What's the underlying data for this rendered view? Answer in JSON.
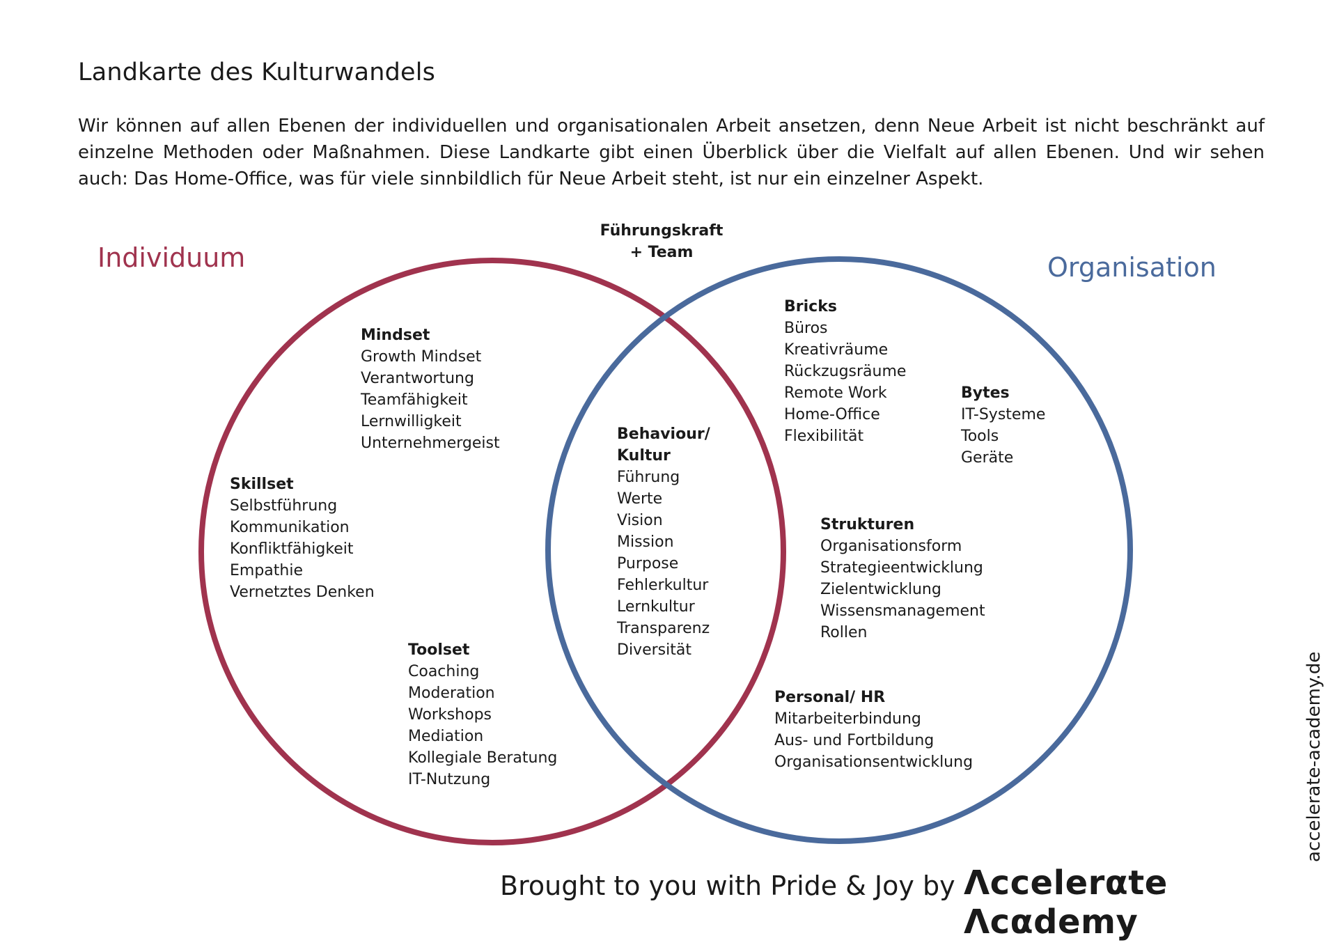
{
  "title": "Landkarte des Kulturwandels",
  "intro": "Wir können auf allen Ebenen der individuellen und organisationalen Arbeit ansetzen, denn Neue Arbeit ist nicht beschränkt auf einzelne Methoden oder Maßnahmen. Diese Landkarte gibt einen Überblick über die Vielfalt auf allen Ebenen. Und wir sehen auch: Das Home-Office, was für viele sinnbildlich für Neue Arbeit steht, ist nur ein einzelner Aspekt.",
  "colors": {
    "individuum": "#a0334e",
    "organisation": "#4a6a9c",
    "text": "#1a1a1a"
  },
  "diagram": {
    "left_heading": "Individuum",
    "right_heading": "Organisation",
    "center_heading_line1": "Führungskraft",
    "center_heading_line2": "+ Team",
    "groups": {
      "mindset": {
        "title": "Mindset",
        "items": [
          "Growth Mindset",
          "Verantwortung",
          "Teamfähigkeit",
          "Lernwilligkeit",
          "Unternehmergeist"
        ]
      },
      "skillset": {
        "title": "Skillset",
        "items": [
          "Selbstführung",
          "Kommunikation",
          "Konfliktfähigkeit",
          "Empathie",
          "Vernetztes Denken"
        ]
      },
      "toolset": {
        "title": "Toolset",
        "items": [
          "Coaching",
          "Moderation",
          "Workshops",
          "Mediation",
          "Kollegiale Beratung",
          "IT-Nutzung"
        ]
      },
      "behaviour": {
        "title_line1": "Behaviour/",
        "title_line2": "Kultur",
        "items": [
          "Führung",
          "Werte",
          "Vision",
          "Mission",
          "Purpose",
          "Fehlerkultur",
          "Lernkultur",
          "Transparenz",
          "Diversität"
        ]
      },
      "bricks": {
        "title": "Bricks",
        "items": [
          "Büros",
          "Kreativräume",
          "Rückzugsräume",
          "Remote Work",
          "Home-Office",
          "Flexibilität"
        ]
      },
      "bytes": {
        "title": "Bytes",
        "items": [
          "IT-Systeme",
          "Tools",
          "Geräte"
        ]
      },
      "strukturen": {
        "title": "Strukturen",
        "items": [
          "Organisationsform",
          "Strategieentwicklung",
          "Zielentwicklung",
          "Wissensmanagement",
          "Rollen"
        ]
      },
      "personal": {
        "title": "Personal/ HR",
        "items": [
          "Mitarbeiterbindung",
          "Aus- und Fortbildung",
          "Organisationsentwicklung"
        ]
      }
    }
  },
  "footer": {
    "tagline": "Brought to you with Pride & Joy by",
    "brand": "Λccelerαte Λcαdemy",
    "website": "accelerate-academy.de"
  }
}
